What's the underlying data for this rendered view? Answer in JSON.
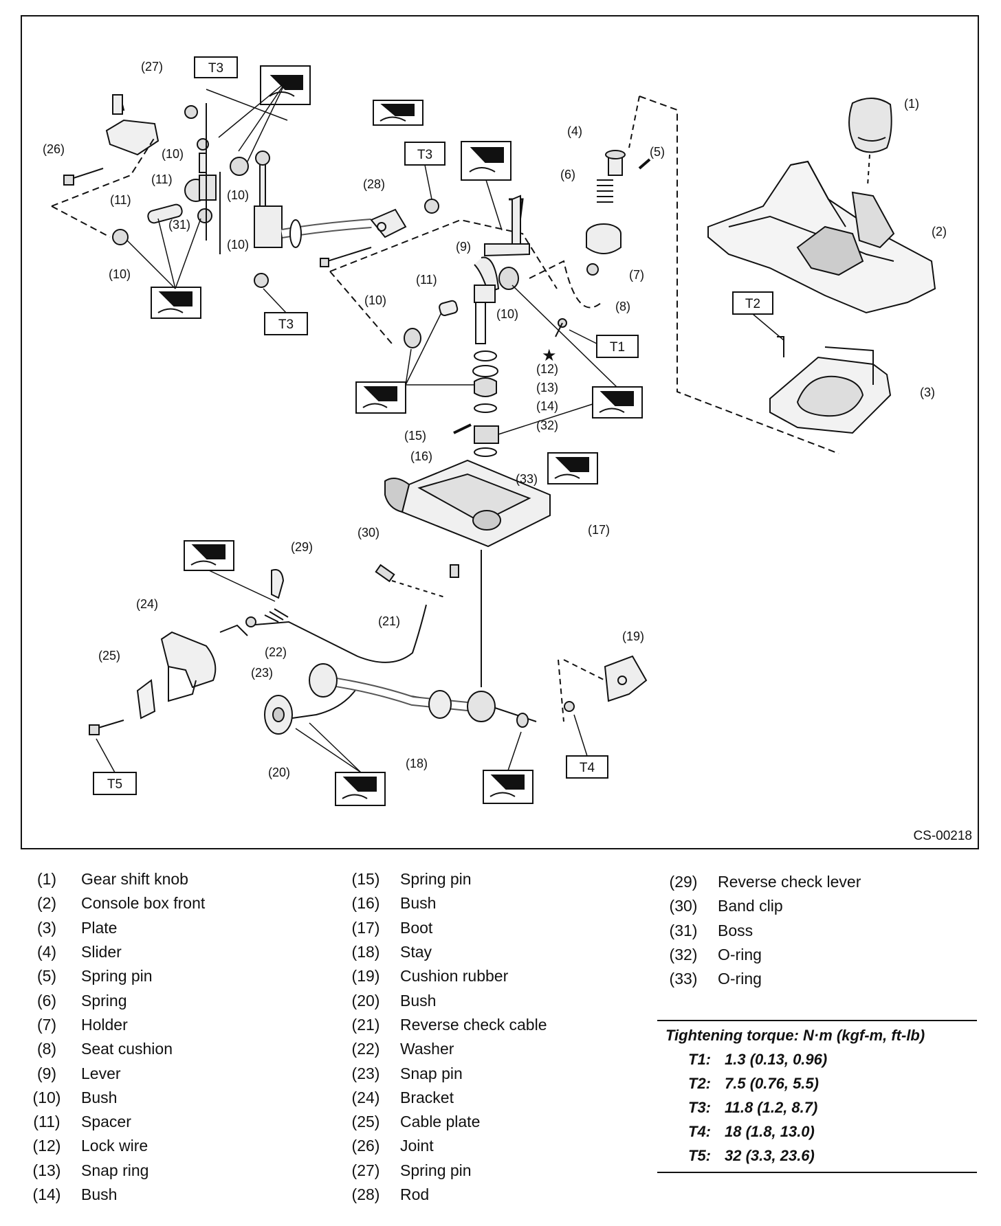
{
  "diagram_code": "CS-00218",
  "callouts": [
    "(1)",
    "(2)",
    "(3)",
    "(4)",
    "(5)",
    "(6)",
    "(7)",
    "(8)",
    "(9)",
    "(10)",
    "(11)",
    "(12)",
    "(13)",
    "(14)",
    "(15)",
    "(16)",
    "(17)",
    "(18)",
    "(19)",
    "(20)",
    "(21)",
    "(22)",
    "(23)",
    "(24)",
    "(25)",
    "(26)",
    "(27)",
    "(28)",
    "(29)",
    "(30)",
    "(31)",
    "(32)",
    "(33)"
  ],
  "torque_tags": [
    "T1",
    "T2",
    "T3",
    "T4",
    "T5"
  ],
  "star_mark": "★",
  "legend": {
    "column1": [
      {
        "num": "(1)",
        "name": "Gear shift knob"
      },
      {
        "num": "(2)",
        "name": "Console box front"
      },
      {
        "num": "(3)",
        "name": "Plate"
      },
      {
        "num": "(4)",
        "name": "Slider"
      },
      {
        "num": "(5)",
        "name": "Spring pin"
      },
      {
        "num": "(6)",
        "name": "Spring"
      },
      {
        "num": "(7)",
        "name": "Holder"
      },
      {
        "num": "(8)",
        "name": "Seat cushion"
      },
      {
        "num": "(9)",
        "name": "Lever"
      },
      {
        "num": "(10)",
        "name": "Bush"
      },
      {
        "num": "(11)",
        "name": "Spacer"
      },
      {
        "num": "(12)",
        "name": "Lock wire"
      },
      {
        "num": "(13)",
        "name": "Snap ring"
      },
      {
        "num": "(14)",
        "name": "Bush"
      }
    ],
    "column2": [
      {
        "num": "(15)",
        "name": "Spring pin"
      },
      {
        "num": "(16)",
        "name": "Bush"
      },
      {
        "num": "(17)",
        "name": "Boot"
      },
      {
        "num": "(18)",
        "name": "Stay"
      },
      {
        "num": "(19)",
        "name": "Cushion rubber"
      },
      {
        "num": "(20)",
        "name": "Bush"
      },
      {
        "num": "(21)",
        "name": "Reverse check cable"
      },
      {
        "num": "(22)",
        "name": "Washer"
      },
      {
        "num": "(23)",
        "name": "Snap pin"
      },
      {
        "num": "(24)",
        "name": "Bracket"
      },
      {
        "num": "(25)",
        "name": "Cable plate"
      },
      {
        "num": "(26)",
        "name": "Joint"
      },
      {
        "num": "(27)",
        "name": "Spring pin"
      },
      {
        "num": "(28)",
        "name": "Rod"
      }
    ],
    "column3": [
      {
        "num": "(29)",
        "name": "Reverse check lever"
      },
      {
        "num": "(30)",
        "name": "Band clip"
      },
      {
        "num": "(31)",
        "name": "Boss"
      },
      {
        "num": "(32)",
        "name": "O-ring"
      },
      {
        "num": "(33)",
        "name": "O-ring"
      }
    ]
  },
  "torque": {
    "title": "Tightening torque: N·m (kgf-m, ft-lb)",
    "rows": [
      {
        "key": "T1:",
        "value": "1.3 (0.13, 0.96)"
      },
      {
        "key": "T2:",
        "value": "7.5 (0.76, 5.5)"
      },
      {
        "key": "T3:",
        "value": "11.8 (1.2, 8.7)"
      },
      {
        "key": "T4:",
        "value": "18 (1.8, 13.0)"
      },
      {
        "key": "T5:",
        "value": "32 (3.3, 23.6)"
      }
    ]
  }
}
